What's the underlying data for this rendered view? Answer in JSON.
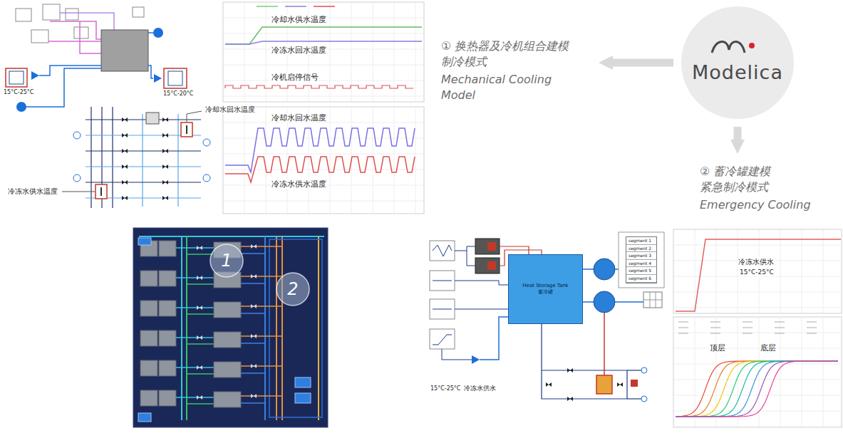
{
  "diagram": {
    "nodes": [
      {
        "text": [
          "Modelica"
        ]
      },
      {
        "text": [
          "① 换热器及冷机组合建模 制冷模式",
          "Mechanical Cooling Model"
        ]
      },
      {
        "text": [
          "② 蓄冷罐建模 紧急制冷模式",
          "Emergency Cooling"
        ]
      },
      {
        "text": [
          "1"
        ]
      },
      {
        "text": [
          "2"
        ]
      },
      {
        "text": [
          "Heat Storage Tank",
          "蓄冷罐"
        ]
      },
      {
        "text": [
          "segment 1",
          "segment 2",
          "segment 3",
          "segment 4",
          "segment 5",
          "segment 6"
        ]
      }
    ],
    "edges": [
      {
        "from": 0,
        "to": 1,
        "arrow": "to"
      },
      {
        "from": 0,
        "to": 2,
        "arrow": "to"
      }
    ],
    "labels": [
      "15°C-25°C",
      "15°C-20°C",
      "冷却水回水温度",
      "冷冻水供水温度",
      "冷却水供水温度",
      "冷冻水回水温度",
      "冷机启停信号",
      "冷却水回水温度",
      "冷冻水供水温度",
      "15°C-25°C",
      "冷冻水供水",
      "冷冻水供水",
      "15°C-25°C",
      "顶层",
      "底层"
    ]
  }
}
